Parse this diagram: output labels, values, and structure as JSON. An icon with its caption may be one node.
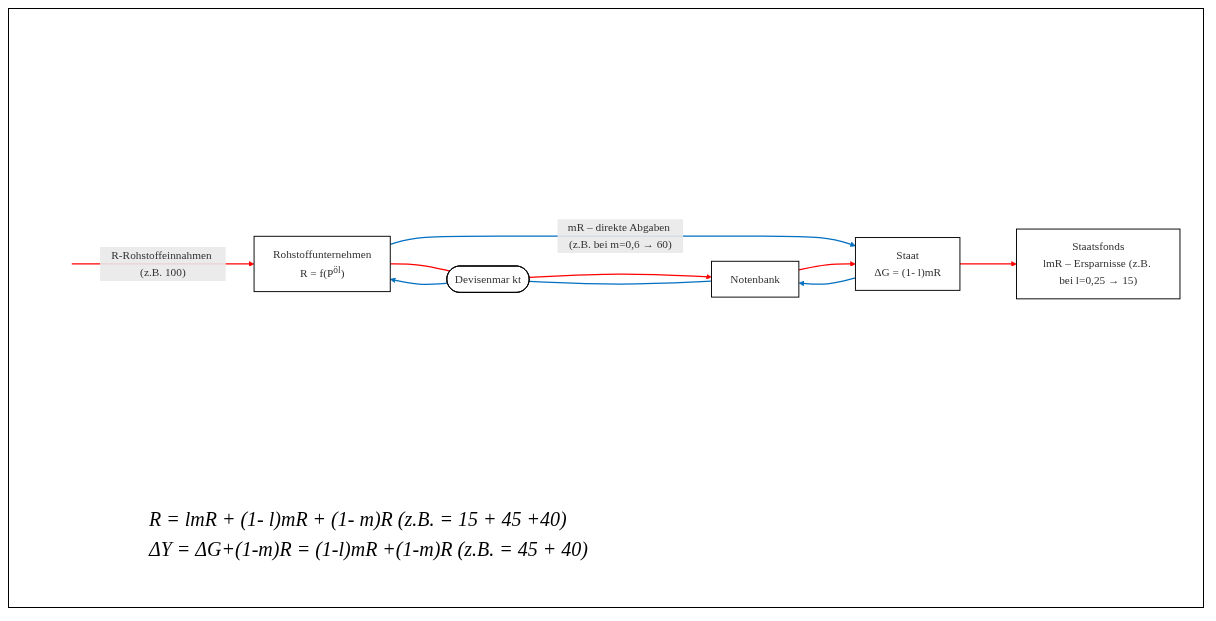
{
  "diagram": {
    "nodes": [
      {
        "text": [
          "Rohstoffunternehmen",
          "R = f(P$^{öl}$)"
        ]
      },
      {
        "text": [
          "Devisenmar kt"
        ]
      },
      {
        "text": [
          "Notenbank"
        ]
      },
      {
        "text": [
          "Staat",
          "ΔG = (1- l)mR"
        ]
      },
      {
        "text": [
          "Staatsfonds",
          "lmR – Ersparnisse (z.B. bei l=0,25 → 15)"
        ]
      }
    ],
    "edges": [
      {
        "from": null,
        "to": 0,
        "arrow": "to",
        "label": "R-Rohstoffeinnahmen (z.B. 100)",
        "color": "#ff0000"
      },
      {
        "from": 0,
        "to": 1,
        "arrow": "none",
        "color": "#ff0000"
      },
      {
        "from": 1,
        "to": 2,
        "arrow": "to",
        "color": "#ff0000"
      },
      {
        "from": 2,
        "to": 1,
        "arrow": "none",
        "color": "#0070c0"
      },
      {
        "from": 1,
        "to": 0,
        "arrow": "to",
        "color": "#0070c0"
      },
      {
        "from": 0,
        "to": 3,
        "arrow": "to",
        "label": "mR – direkte Abgaben (z.B. bei m=0,6 → 60)",
        "color": "#0070c0"
      },
      {
        "from": 3,
        "to": 2,
        "arrow": "to",
        "color": "#0070c0"
      },
      {
        "from": 2,
        "to": 3,
        "arrow": "to",
        "color": "#ff0000"
      },
      {
        "from": 3,
        "to": 4,
        "arrow": "to",
        "color": "#ff0000"
      }
    ],
    "labels": [
      "R = lmR + (1- l)mR + (1- m)R (z.B. = 15 + 45 +40)",
      "ΔY = ΔG+(1-m)R = (1-l)mR +(1-m)R (z.B. = 45 + 40)"
    ]
  }
}
